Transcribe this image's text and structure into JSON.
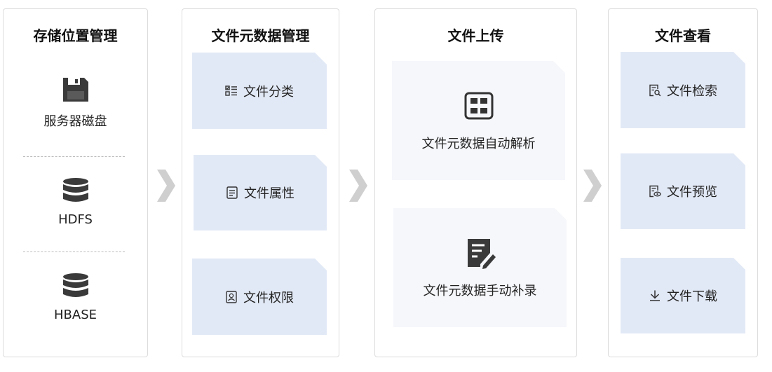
{
  "panels": [
    {
      "title": "存储位置管理",
      "items": [
        {
          "label": "服务器磁盘",
          "icon": "floppy-disk-icon"
        },
        {
          "label": "HDFS",
          "icon": "database-icon"
        },
        {
          "label": "HBASE",
          "icon": "database-icon"
        }
      ]
    },
    {
      "title": "文件元数据管理",
      "items": [
        {
          "label": "文件分类",
          "icon": "checklist-icon"
        },
        {
          "label": "文件属性",
          "icon": "document-icon"
        },
        {
          "label": "文件权限",
          "icon": "user-card-icon"
        }
      ]
    },
    {
      "title": "文件上传",
      "items": [
        {
          "label": "文件元数据自动解析",
          "icon": "table-grid-icon"
        },
        {
          "label": "文件元数据手动补录",
          "icon": "edit-document-icon"
        }
      ]
    },
    {
      "title": "文件查看",
      "items": [
        {
          "label": "文件检索",
          "icon": "file-search-icon"
        },
        {
          "label": "文件预览",
          "icon": "file-preview-icon"
        },
        {
          "label": "文件下载",
          "icon": "download-icon"
        }
      ]
    }
  ],
  "colors": {
    "card_fill": "#e2e9f6",
    "card_fill_light": "#f6f7fb",
    "icon_dark": "#3a3a3a",
    "arrow": "#cfcfcf"
  }
}
